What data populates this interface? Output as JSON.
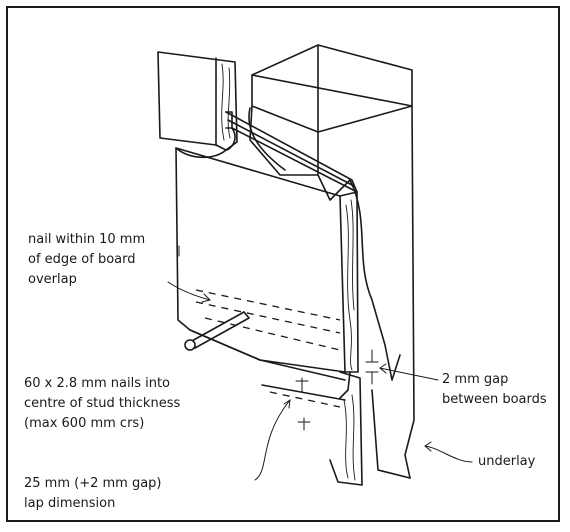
{
  "diagram": {
    "labels": {
      "nail_within": [
        "nail within 10 mm",
        "of edge of board",
        "overlap"
      ],
      "nails_spec": [
        "60 x 2.8 mm nails into",
        "centre of stud thickness",
        "(max 600 mm crs)"
      ],
      "lap": [
        "25 mm (+2 mm gap)",
        "lap dimension"
      ],
      "gap": [
        "2 mm gap",
        "between boards"
      ],
      "underlay": "underlay"
    }
  }
}
